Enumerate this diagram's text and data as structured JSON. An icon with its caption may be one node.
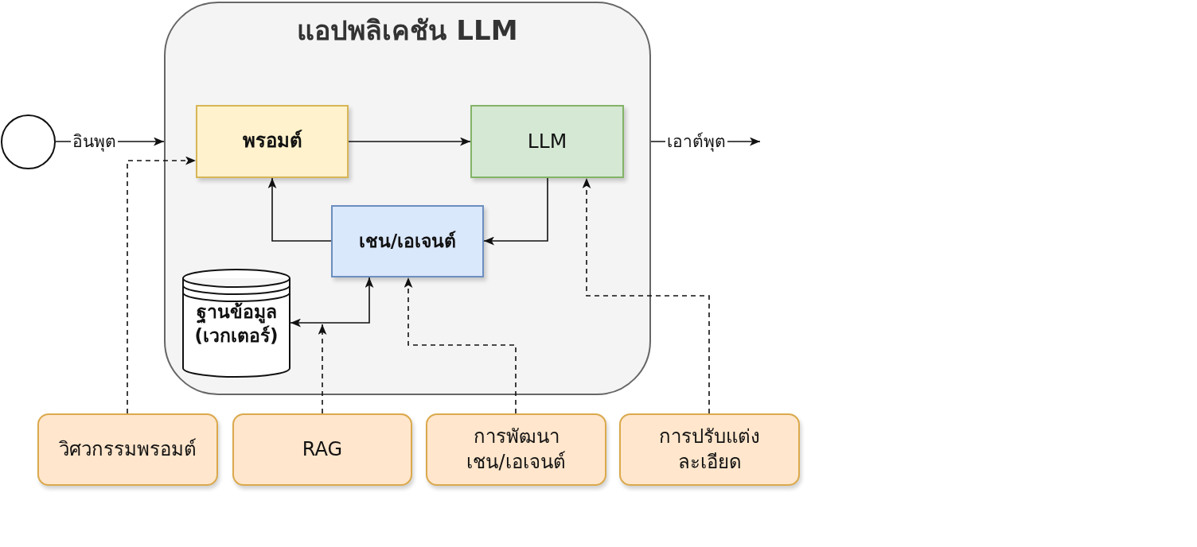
{
  "diagram": {
    "nodes": [
      {
        "text": [],
        "shape": "circle"
      },
      {
        "text": [
          "แอปพลิเคชัน LLM"
        ]
      },
      {
        "text": [
          "พรอมต์"
        ],
        "in": 1
      },
      {
        "text": [
          "LLM"
        ],
        "in": 1
      },
      {
        "text": [
          "เชน/เอเจนต์"
        ],
        "in": 1
      },
      {
        "text": [
          "ฐานข้อมูล (เวกเตอร์)"
        ],
        "in": 1
      },
      {
        "text": [
          "วิศวกรรมพรอมต์"
        ]
      },
      {
        "text": [
          "RAG"
        ]
      },
      {
        "text": [
          "การพัฒนาเชน/เอเจนต์"
        ]
      },
      {
        "text": [
          "การปรับแต่งละเอียด"
        ]
      }
    ],
    "edges": [
      {
        "from": 0,
        "to": 1,
        "arrow": "to",
        "label": "อินพุต"
      },
      {
        "from": 2,
        "to": 3,
        "arrow": "to"
      },
      {
        "from": 1,
        "to": null,
        "arrow": "to",
        "label": "เอาต์พุต"
      },
      {
        "from": 3,
        "to": 4,
        "arrow": "to"
      },
      {
        "from": 4,
        "to": 2,
        "arrow": "to"
      },
      {
        "from": 4,
        "to": 5,
        "arrow": "both"
      },
      {
        "from": 6,
        "to": 2,
        "arrow": "to",
        "style": "dashed"
      },
      {
        "from": 7,
        "to": null,
        "arrow": "to",
        "style": "dashed"
      },
      {
        "from": 8,
        "to": 4,
        "arrow": "to",
        "style": "dashed"
      },
      {
        "from": 9,
        "to": 3,
        "arrow": "to",
        "style": "dashed"
      }
    ]
  }
}
